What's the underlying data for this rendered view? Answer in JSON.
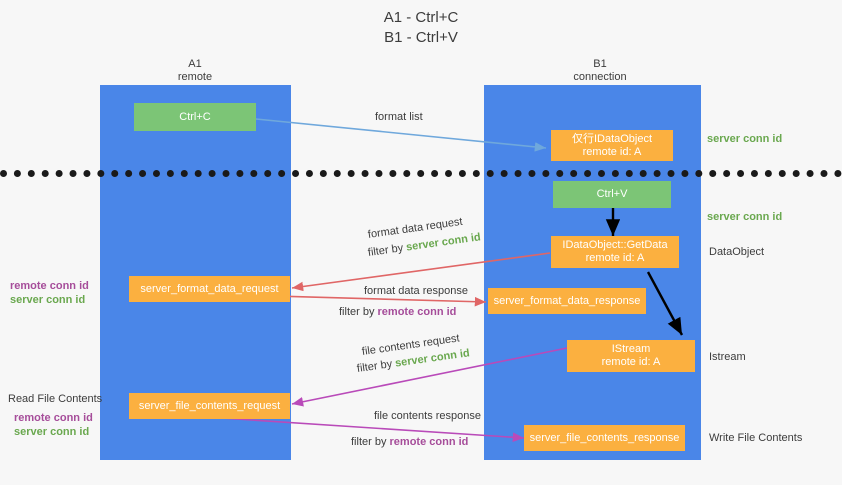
{
  "title": {
    "line1": "A1 - Ctrl+C",
    "line2": "B1 - Ctrl+V"
  },
  "columns": [
    {
      "name": "A1",
      "sub": "remote"
    },
    {
      "name": "B1",
      "sub": "connection"
    }
  ],
  "boxes": {
    "ctrl_c": "Ctrl+C",
    "ctrl_v": "Ctrl+V",
    "idataobject_line1": "仅行IDataObject",
    "idataobject_line2": "remote id: A",
    "getdata_line1": "IDataObject::GetData",
    "getdata_line2": "remote id: A",
    "istream_line1": "IStream",
    "istream_line2": "remote id: A",
    "server_format_data_request": "server_format_data_request",
    "server_format_data_response": "server_format_data_response",
    "server_file_contents_request": "server_file_contents_request",
    "server_file_contents_response": "server_file_contents_response"
  },
  "right_labels": {
    "server_conn_id_top": "server conn id",
    "server_conn_id_mid": "server conn id",
    "dataobject": "DataObject",
    "istream": "Istream",
    "write_file_contents": "Write File Contents"
  },
  "left_labels": {
    "remote_conn_id_1": "remote conn id",
    "server_conn_id_1": "server conn id",
    "read_file_contents": "Read File Contents",
    "remote_conn_id_2": "remote conn id",
    "server_conn_id_2": "server conn id"
  },
  "edge_labels": {
    "format_list": "format list",
    "format_data_request": "format data request",
    "format_data_request_filter_prefix": "filter by",
    "format_data_request_filter_value": "server conn id",
    "format_data_response": "format data response",
    "format_data_response_filter_prefix": "filter by",
    "format_data_response_filter_value": "remote conn id",
    "file_contents_request": "file contents request",
    "file_contents_request_filter_prefix": "filter by",
    "file_contents_request_filter_value": "server conn id",
    "file_contents_response": "file contents response",
    "file_contents_response_filter_prefix": "filter by",
    "file_contents_response_filter_value": "remote conn id"
  },
  "colors": {
    "lane": "#4a86e8",
    "green_box": "#7cc576",
    "orange_box": "#fbb040",
    "green_text": "#6aa84f",
    "purple_text": "#a64d9a",
    "light_blue_arrow": "#6fa8dc",
    "red_arrow": "#e06666",
    "magenta_arrow": "#b94ab9",
    "black_arrow": "#000000"
  }
}
